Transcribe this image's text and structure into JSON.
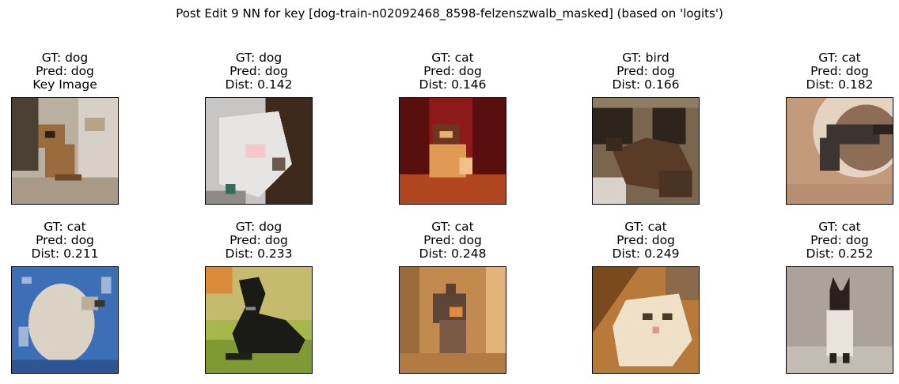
{
  "figure": {
    "title": "Post Edit 9 NN for key [dog-train-n02092468_8598-felzenszwalb_masked] (based on 'logits')"
  },
  "panels": [
    {
      "gt": "GT: dog",
      "pred": "Pred: dog",
      "extra": "Key Image",
      "scene": "puppy-sitting",
      "colors": {
        "bg": "#b9b0a2",
        "left": "#4b3f33",
        "subject": "#9a6b3c",
        "accent": "#d8d0c6",
        "floor": "#a89a86"
      }
    },
    {
      "gt": "GT: dog",
      "pred": "Pred: dog",
      "extra": "Dist: 0.142",
      "scene": "white-cat",
      "colors": {
        "bg": "#3e2a1c",
        "left": "#c8c6c4",
        "subject": "#e7e5e3",
        "accent": "#6c5a4c",
        "floor": "#8d8a87"
      }
    },
    {
      "gt": "GT: cat",
      "pred": "Pred: dog",
      "extra": "Dist: 0.146",
      "scene": "siamese-red",
      "colors": {
        "bg": "#8d1a1a",
        "left": "#5a0f0f",
        "subject": "#e09a55",
        "accent": "#6b3520",
        "floor": "#b0451f"
      }
    },
    {
      "gt": "GT: bird",
      "pred": "Pred: dog",
      "extra": "Dist: 0.166",
      "scene": "dark-bird",
      "colors": {
        "bg": "#7a6650",
        "left": "#2e241c",
        "subject": "#5a3c26",
        "accent": "#b19d86",
        "floor": "#d8d2cb"
      }
    },
    {
      "gt": "GT: cat",
      "pred": "Pred: dog",
      "extra": "Dist: 0.182",
      "scene": "cat-bowl",
      "colors": {
        "bg": "#c39a7c",
        "left": "#8d6d56",
        "subject": "#3b3430",
        "accent": "#e4d2c3",
        "floor": "#b88e72"
      }
    },
    {
      "gt": "GT: cat",
      "pred": "Pred: dog",
      "extra": "Dist: 0.211",
      "scene": "blue-blanket",
      "colors": {
        "bg": "#3d6fb6",
        "left": "#2d5596",
        "subject": "#d9d2c5",
        "accent": "#9fb6d6",
        "floor": "#3964a8"
      }
    },
    {
      "gt": "GT: dog",
      "pred": "Pred: dog",
      "extra": "Dist: 0.233",
      "scene": "black-dog-grass",
      "colors": {
        "bg": "#c6ba6f",
        "left": "#d98a3a",
        "subject": "#1a1a16",
        "accent": "#a6b84c",
        "floor": "#7f9a32"
      }
    },
    {
      "gt": "GT: cat",
      "pred": "Pred: dog",
      "extra": "Dist: 0.248",
      "scene": "tabby-orange",
      "colors": {
        "bg": "#c28a4f",
        "left": "#9b6a3b",
        "subject": "#5e4636",
        "accent": "#e2b47a",
        "floor": "#b47a44"
      }
    },
    {
      "gt": "GT: cat",
      "pred": "Pred: dog",
      "extra": "Dist: 0.249",
      "scene": "cream-cat",
      "colors": {
        "bg": "#b87a3b",
        "left": "#7a4a1e",
        "subject": "#efe0c8",
        "accent": "#d9a05a",
        "floor": "#a06428"
      }
    },
    {
      "gt": "GT: cat",
      "pred": "Pred: dog",
      "extra": "Dist: 0.252",
      "scene": "siamese-grey",
      "colors": {
        "bg": "#aba39a",
        "left": "#9b938a",
        "subject": "#e9e3dc",
        "accent": "#2b211c",
        "floor": "#c3bcb3"
      }
    }
  ]
}
